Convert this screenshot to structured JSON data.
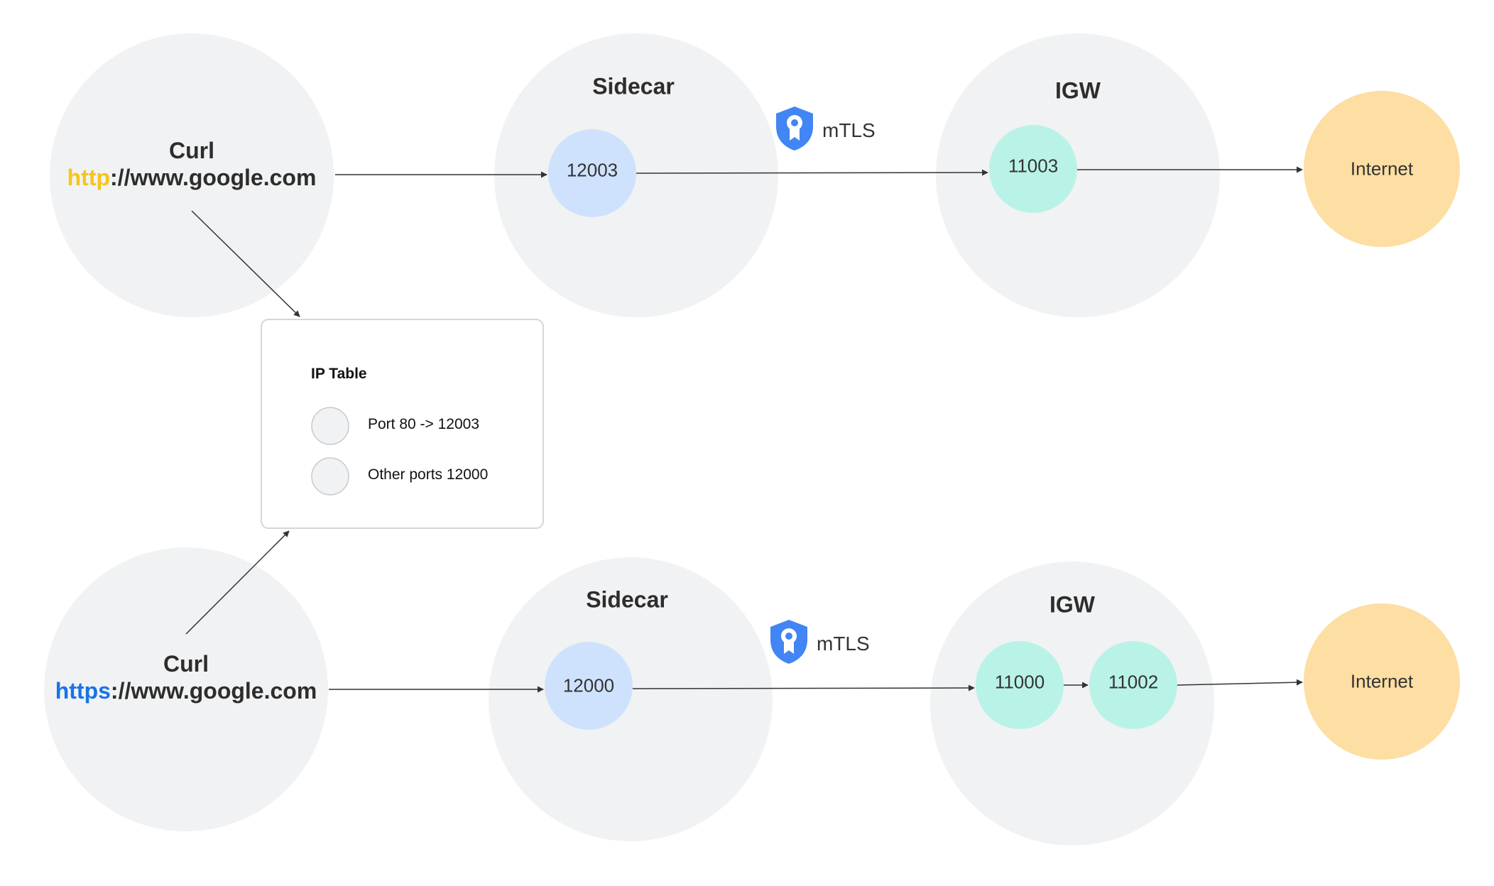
{
  "colors": {
    "group_fill": "#f1f2f3",
    "sidecar_port_fill": "#cfe2fd",
    "igw_port_fill": "#b9f3e8",
    "internet_fill": "#fddea3",
    "http_scheme": "#f5c518",
    "https_scheme": "#1a73e8",
    "shield": "#4285f4",
    "edge": "#333333"
  },
  "top_flow": {
    "curl": {
      "title": "Curl",
      "scheme": "http",
      "rest": "://www.google.com"
    },
    "sidecar": {
      "title": "Sidecar",
      "port": "12003"
    },
    "mtls": {
      "label": "mTLS",
      "icon": "shield-ribbon-icon"
    },
    "igw": {
      "title": "IGW",
      "port": "11003"
    },
    "internet": {
      "label": "Internet"
    }
  },
  "bottom_flow": {
    "curl": {
      "title": "Curl",
      "scheme": "https",
      "rest": "://www.google.com"
    },
    "sidecar": {
      "title": "Sidecar",
      "port": "12000"
    },
    "mtls": {
      "label": "mTLS",
      "icon": "shield-ribbon-icon"
    },
    "igw": {
      "title": "IGW",
      "ports": [
        "11000",
        "11002"
      ]
    },
    "internet": {
      "label": "Internet"
    }
  },
  "ip_table": {
    "title": "IP Table",
    "rows": [
      "Port 80 -> 12003",
      "Other ports 12000"
    ]
  }
}
